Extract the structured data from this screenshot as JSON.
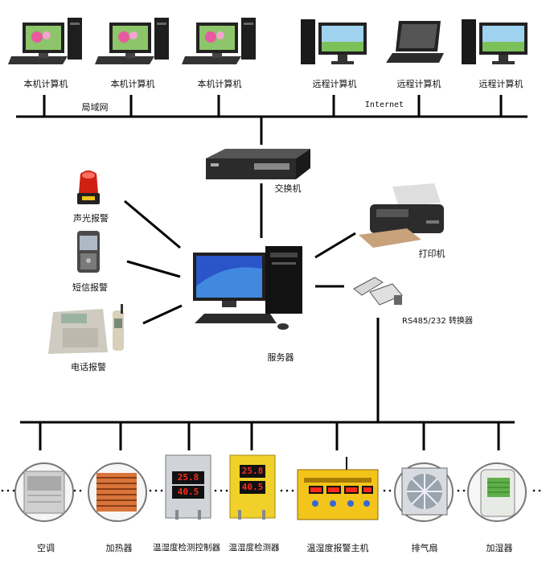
{
  "labels": {
    "local_pc_1": "本机计算机",
    "local_pc_2": "本机计算机",
    "local_pc_3": "本机计算机",
    "remote_pc_1": "远程计算机",
    "remote_pc_2": "远程计算机",
    "remote_pc_3": "远程计算机",
    "lan": "局域网",
    "internet": "Internet",
    "switch": "交换机",
    "sound_light_alarm": "声光报警",
    "sms_alarm": "短信报警",
    "phone_alarm": "电话报警",
    "server": "服务器",
    "printer": "打印机",
    "converter": "RS485/232 转换器",
    "air_conditioner": "空调",
    "heater": "加热器",
    "th_controller": "温湿度检测控制器",
    "th_detector": "温湿度检测器",
    "th_alarm_host": "温湿度报警主机",
    "exhaust_fan": "排气扇",
    "humidifier": "加湿器"
  },
  "device_readouts": {
    "controller_top": "25.8",
    "controller_bottom": "40.5",
    "detector_top": "25.8",
    "detector_bottom": "40.5"
  },
  "colors": {
    "line": "#000000",
    "alarm_red": "#d02010",
    "lcd_red": "#ff2a1a",
    "heater_copper": "#d9743a",
    "monitor_blue": "#2a55c8",
    "detector_yellow": "#f1d02a",
    "alarm_host_yellow": "#f3c41a",
    "humidifier_green": "#5fb04a"
  }
}
